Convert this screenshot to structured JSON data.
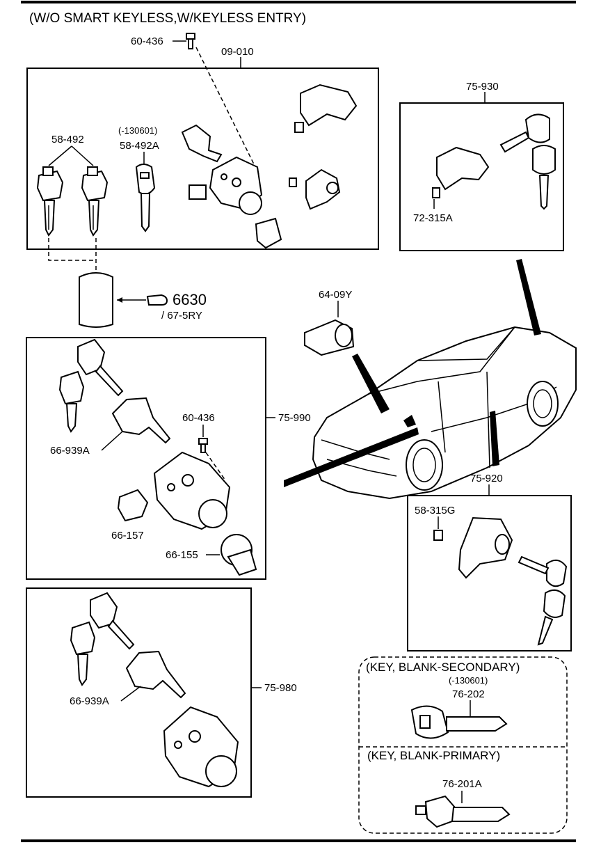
{
  "title": "(W/O SMART KEYLESS,W/KEYLESS ENTRY)",
  "labels": {
    "bolt_top": "60-436",
    "assy_top": "09-010",
    "key_pair": "58-492",
    "key_a_date": "(-130601)",
    "key_a": "58-492A",
    "ref_6630": "6630",
    "ref_67": "/ 67-5RY",
    "lock_trunk": "75-930",
    "clip_trunk": "72-315A",
    "cyl_64": "64-09Y",
    "assy_990": "75-990",
    "bolt_mid": "60-436",
    "cyl_939a_1": "66-939A",
    "part_157": "66-157",
    "part_155": "66-155",
    "door_lock": "75-920",
    "clip_door": "58-315G",
    "assy_980": "75-980",
    "cyl_939a_2": "66-939A"
  },
  "blank_keys": {
    "secondary_title": "(KEY, BLANK-SECONDARY)",
    "secondary_date": "(-130601)",
    "secondary_part": "76-202",
    "primary_title": "(KEY, BLANK-PRIMARY)",
    "primary_part": "76-201A"
  }
}
